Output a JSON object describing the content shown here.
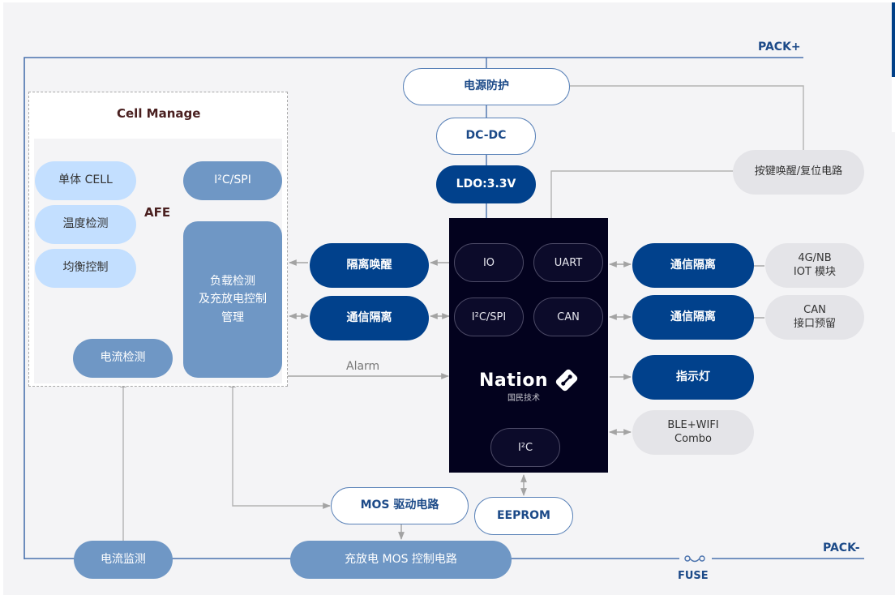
{
  "rails": {
    "pack_plus": "PACK+",
    "pack_minus": "PACK-",
    "fuse": "FUSE"
  },
  "power_chain": {
    "protection": "电源防护",
    "dcdc": "DC-DC",
    "ldo": "LDO:3.3V",
    "wake_reset": "按键唤醒/复位电路"
  },
  "cell_manage": {
    "title": "Cell Manage",
    "afe_label": "AFE",
    "items": [
      "单体 CELL",
      "温度检测",
      "均衡控制"
    ],
    "i2c_spi": "I²C/SPI",
    "load_mgmt": [
      "负载检测",
      "及充放电控制",
      "管理"
    ],
    "current_detect": "电流检测"
  },
  "left_isolation": {
    "wake_isolation": "隔离唤醒",
    "comm_isolation": "通信隔离",
    "alarm": "Alarm"
  },
  "mcu": {
    "ports": {
      "io": "IO",
      "uart": "UART",
      "i2c_spi": "I²C/SPI",
      "can": "CAN",
      "i2c": "I²C"
    },
    "brand": "Nation",
    "brand_cn": "国民技术"
  },
  "right_side": {
    "comm_isolation_1": "通信隔离",
    "comm_isolation_2": "通信隔离",
    "indicator": "指示灯",
    "module_4g": [
      "4G/NB",
      "IOT 模块"
    ],
    "can_reserve": [
      "CAN",
      "接口预留"
    ],
    "ble_wifi": [
      "BLE+WIFI",
      "Combo"
    ]
  },
  "bottom": {
    "mos_driver": "MOS 驱动电路",
    "eeprom": "EEPROM",
    "mos_control": "充放电 MOS 控制电路",
    "current_monitor": "电流监测"
  },
  "colors": {
    "rail_blue": "#4a72ad",
    "dark_blue": "#01418c",
    "mid_blue": "#6f97c5",
    "light_blue": "#c3dfff",
    "chip_bg": "#03021e",
    "wire_grey": "#a9a9a9",
    "afe_text": "#4a2020"
  }
}
